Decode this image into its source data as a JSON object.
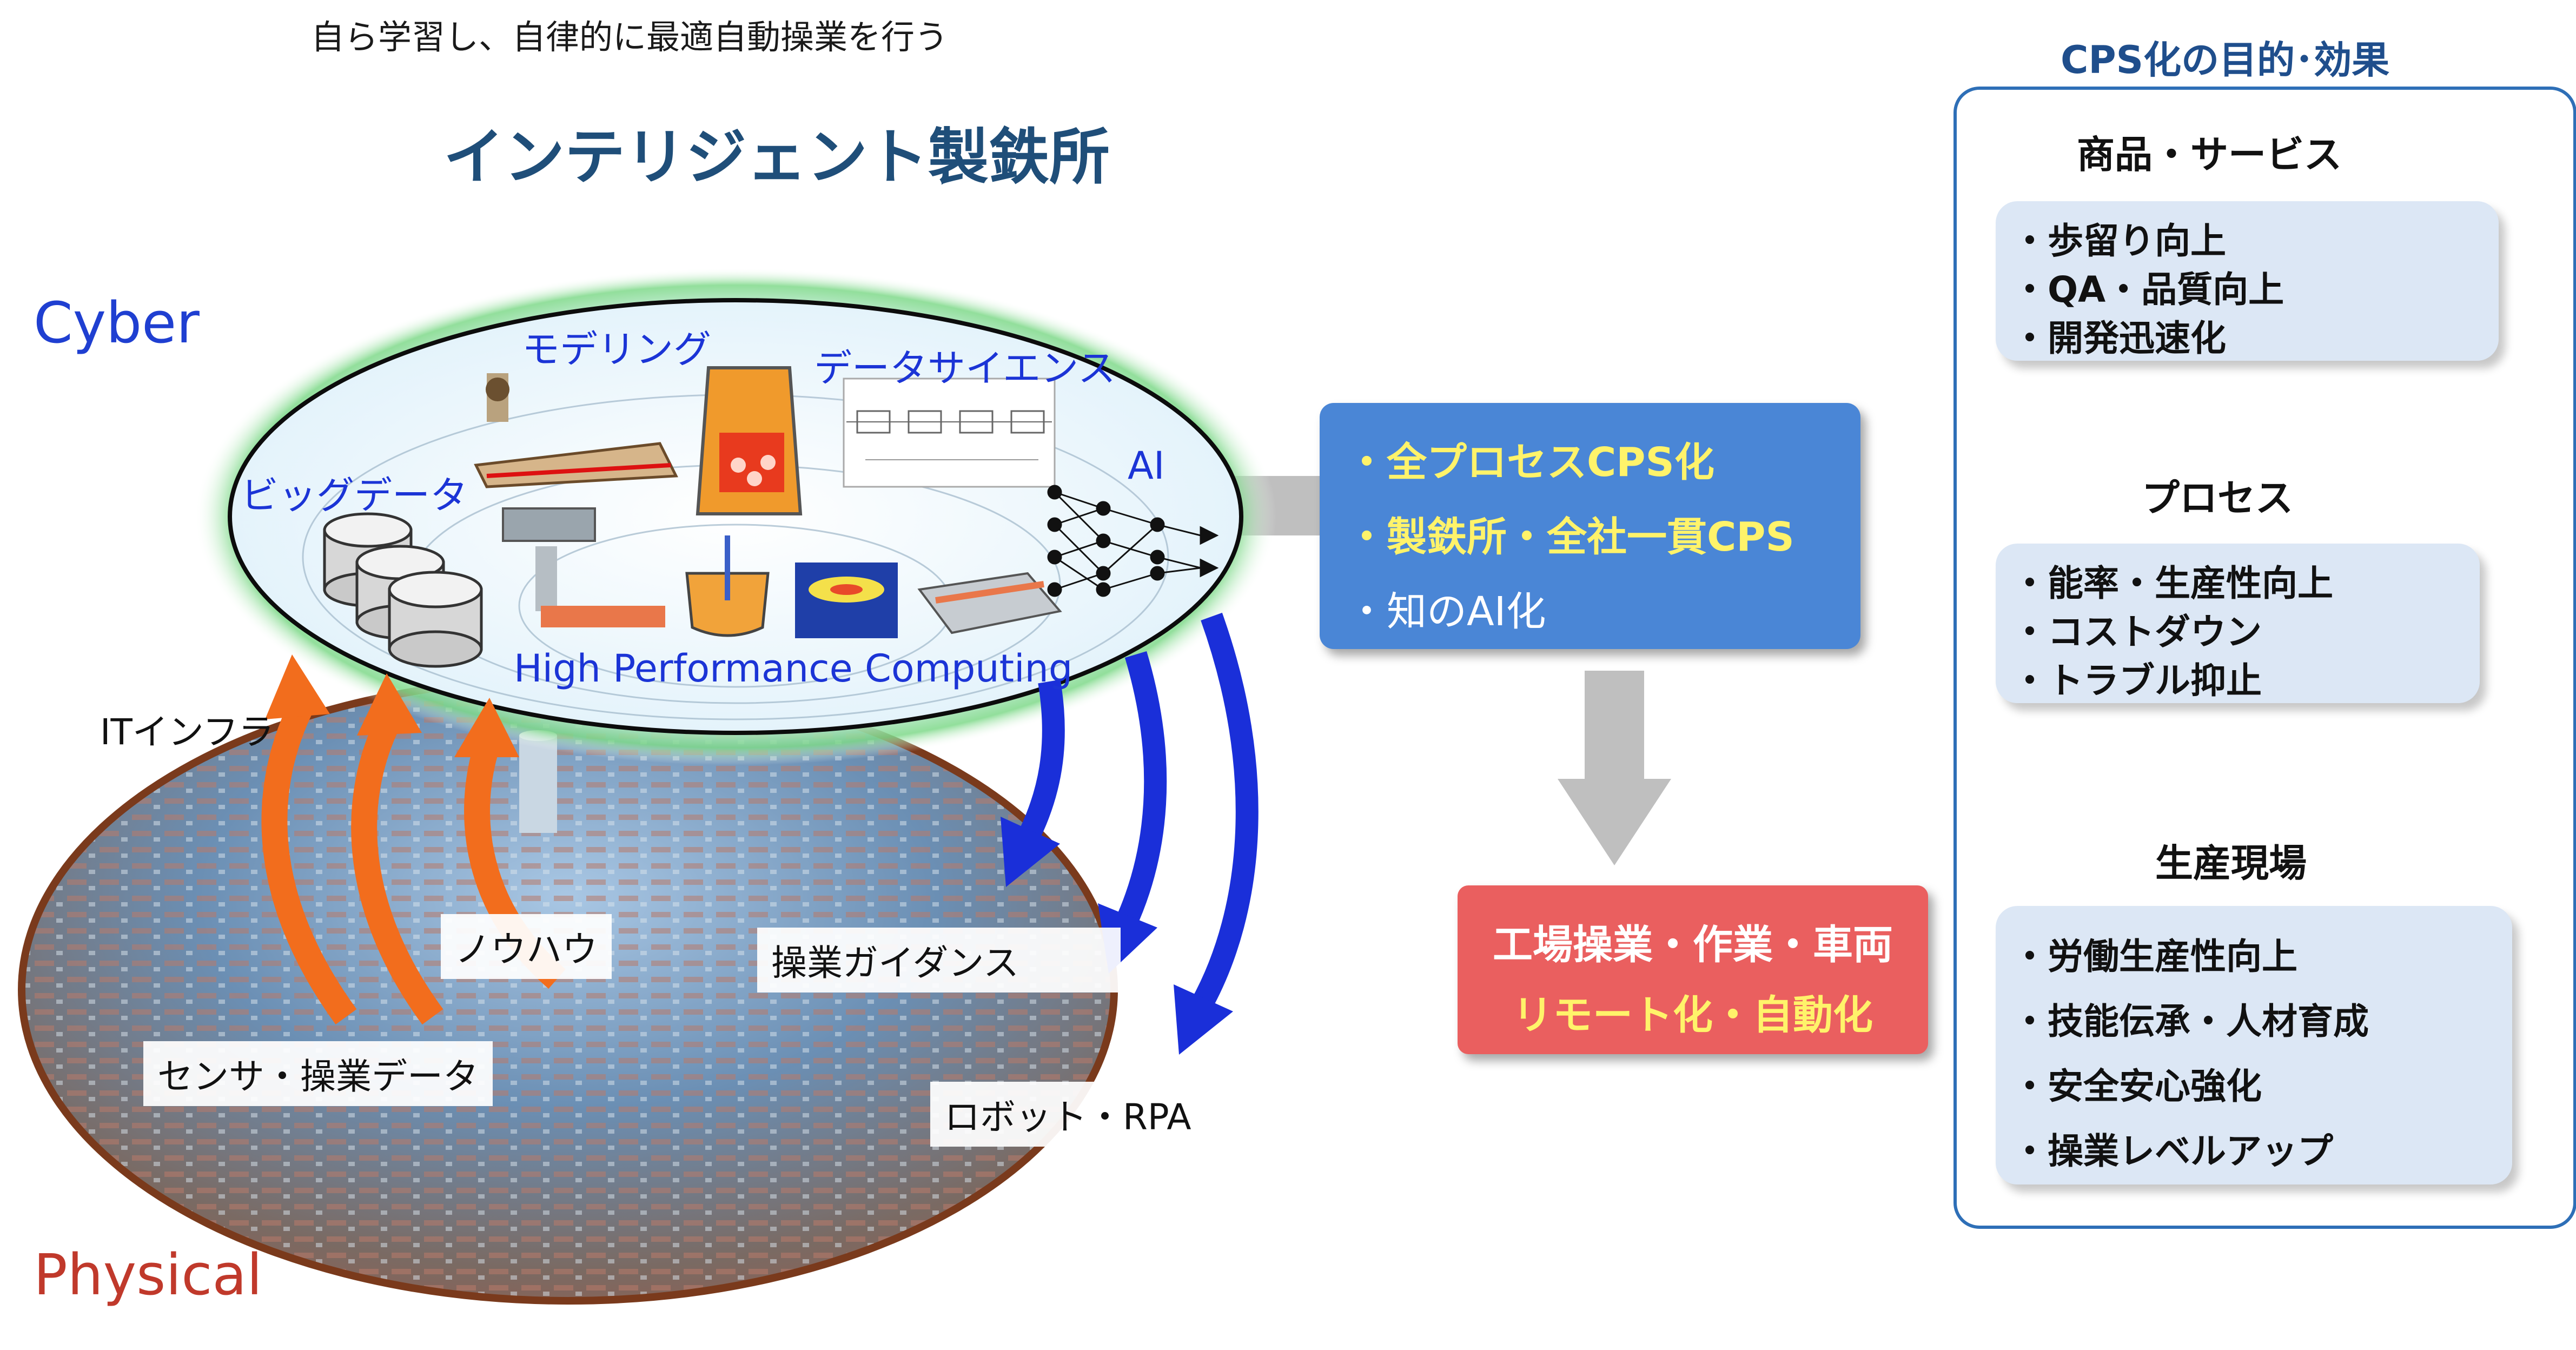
{
  "header": {
    "subtitle": "自ら学習し、自律的に最適自動操業を行う",
    "title": "インテリジェント製鉄所"
  },
  "layers": {
    "cyber": "Cyber",
    "physical": "Physical"
  },
  "cyber_labels": {
    "modeling": "モデリング",
    "data_science": "データサイエンス",
    "big_data": "ビッグデータ",
    "ai": "AI",
    "hpc": "High Performance Computing"
  },
  "physical_labels": {
    "it_infra": "ITインフラ",
    "knowhow": "ノウハウ",
    "sensor_data": "センサ・操業データ",
    "guidance": "操業ガイダンス",
    "robot": "ロボット・RPA"
  },
  "cps_box": {
    "line1": "・全プロセスCPS化",
    "line2": "・製鉄所・全社一貫CPS",
    "line3": "・知のAI化"
  },
  "remote_box": {
    "line1": "工場操業・作業・車両",
    "line2": "リモート化・自動化"
  },
  "effects": {
    "title": "CPS化の目的･効果",
    "sections": [
      {
        "heading": "商品・サービス",
        "items": [
          "・歩留り向上",
          "・QA・品質向上",
          "・開発迅速化"
        ]
      },
      {
        "heading": "プロセス",
        "items": [
          "・能率・生産性向上",
          "・コストダウン",
          "・トラブル抑止"
        ]
      },
      {
        "heading": "生産現場",
        "items": [
          "・労働生産性向上",
          "・技能伝承・人材育成",
          "・安全安心強化",
          "・操業レベルアップ"
        ]
      }
    ]
  },
  "colors": {
    "title": "#1f4e79",
    "cyber_text": "#1f3fd1",
    "physical_text": "#c0392b",
    "up_arrows": "#f26d1d",
    "down_arrows": "#1a2fd9",
    "cps_box": "#4a86d6",
    "remote_box": "#ea5f5f",
    "highlight_text": "#fff36a",
    "frame": "#2e6fb7"
  }
}
